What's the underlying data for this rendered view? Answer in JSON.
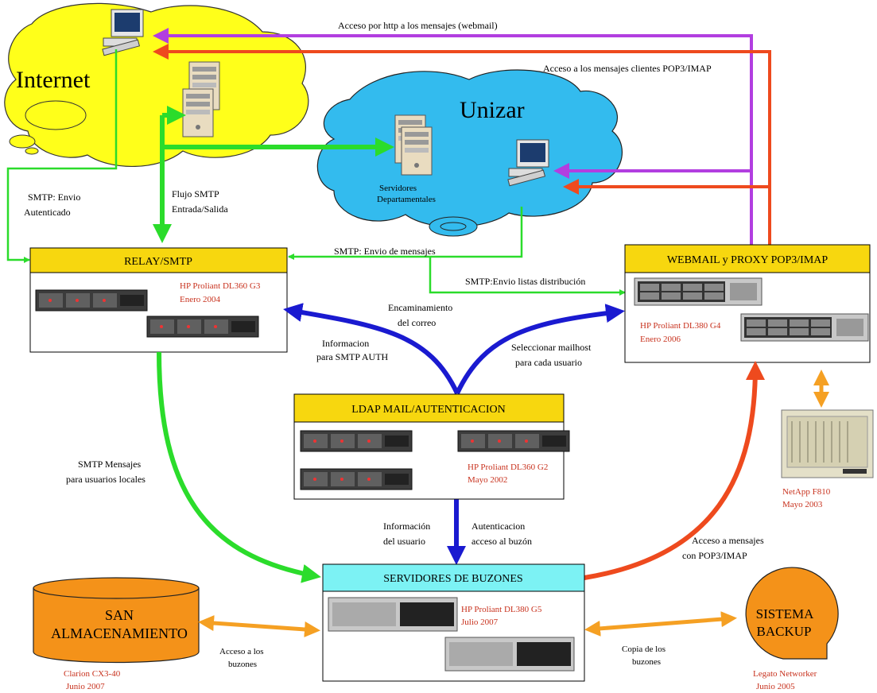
{
  "colors": {
    "smtp_green": "#2bdc2b",
    "ldap_blue": "#1a1ad0",
    "webmail_purple": "#b23ee0",
    "pop_red": "#ee4a1e",
    "backup_orange": "#f5a023",
    "cloud_yellow": "#ffff1a",
    "cloud_blue": "#33bbee",
    "header_yellow": "#f7d70f",
    "header_cyan": "#7cf2f4",
    "label_red": "#c8321e"
  },
  "clouds": {
    "internet": "Internet",
    "unizar": "Unizar",
    "servidores_line1": "Servidores",
    "servidores_line2": "Departamentales"
  },
  "boxes": {
    "relay": {
      "title": "RELAY/SMTP",
      "model": "HP Proliant DL360 G3",
      "date": "Enero 2004"
    },
    "webmail": {
      "title": "WEBMAIL y PROXY POP3/IMAP",
      "model": "HP Proliant DL380 G4",
      "date": "Enero 2006"
    },
    "ldap": {
      "title": "LDAP MAIL/AUTENTICACION",
      "model": "HP Proliant DL360 G2",
      "date": "Mayo 2002"
    },
    "buzones": {
      "title": "SERVIDORES DE BUZONES",
      "model": "HP Proliant DL380 G5",
      "date": "Julio 2007"
    }
  },
  "storage": {
    "san_line1": "SAN",
    "san_line2": "ALMACENAMIENTO",
    "san_model": "Clarion CX3-40",
    "san_date": "Junio 2007",
    "backup_line1": "SISTEMA",
    "backup_line2": "BACKUP",
    "backup_model": "Legato Networker",
    "backup_date": "Junio 2005",
    "netapp_model": "NetApp F810",
    "netapp_date": "Mayo 2003"
  },
  "labels": {
    "webmail_http": "Acceso por http a los mensajes (webmail)",
    "pop_imap_clients": "Acceso a los mensajes clientes POP3/IMAP",
    "smtp_envio_1": "SMTP: Envio",
    "smtp_envio_2": "Autenticado",
    "flujo_1": "Flujo SMTP",
    "flujo_2": "Entrada/Salida",
    "envio_mensajes": "SMTP: Envio de mensajes",
    "envio_listas": "SMTP:Envio listas distribución",
    "encamin_1": "Encaminamiento",
    "encamin_2": "del correo",
    "info_auth_1": "Informacion",
    "info_auth_2": "para SMTP AUTH",
    "selec_1": "Seleccionar mailhost",
    "selec_2": "para cada usuario",
    "locales_1": "SMTP Mensajes",
    "locales_2": "para usuarios locales",
    "info_user_1": "Información",
    "info_user_2": "del usuario",
    "autentic_1": "Autenticacion",
    "autentic_2": "acceso al buzón",
    "acceso_pop_1": "Acceso a mensajes",
    "acceso_pop_2": "con POP3/IMAP",
    "acceso_buz_1": "Acceso a los",
    "acceso_buz_2": "buzones",
    "copia_1": "Copia de los",
    "copia_2": "buzones"
  }
}
